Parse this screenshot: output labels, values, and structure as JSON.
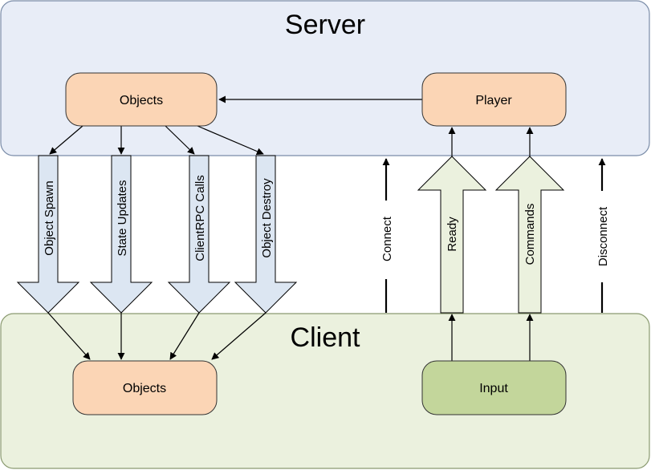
{
  "regions": {
    "server": {
      "title": "Server",
      "fill": "#e8edf7",
      "stroke": "#7a8ca8"
    },
    "client": {
      "title": "Client",
      "fill": "#ebf1de",
      "stroke": "#8a9a70"
    }
  },
  "nodes": {
    "server_objects": {
      "label": "Objects",
      "fill": "#fbd5b5"
    },
    "player": {
      "label": "Player",
      "fill": "#fbd5b5"
    },
    "client_objects": {
      "label": "Objects",
      "fill": "#fbd5b5"
    },
    "input": {
      "label": "Input",
      "fill": "#c3d69b"
    }
  },
  "flows": {
    "down": [
      {
        "label": "Object Spawn"
      },
      {
        "label": "State Updates"
      },
      {
        "label": "ClientRPC Calls"
      },
      {
        "label": "Object Destroy"
      }
    ],
    "up_block": [
      {
        "label": "Ready"
      },
      {
        "label": "Commands"
      }
    ],
    "up_line": [
      {
        "label": "Connect"
      },
      {
        "label": "Disconnect"
      }
    ]
  },
  "colors": {
    "down_arrow_fill": "#dce6f2",
    "up_arrow_fill": "#ebf1de",
    "arrow_stroke": "#000000"
  }
}
